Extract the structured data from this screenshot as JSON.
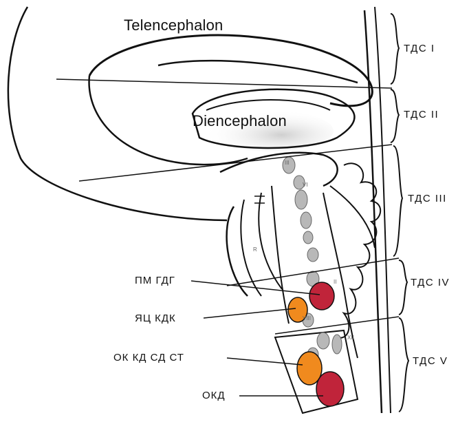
{
  "regions": {
    "telencephalon": "Telencephalon",
    "diencephalon": "Diencephalon"
  },
  "segments": [
    "ТДС I",
    "ТДС II",
    "ТДС III",
    "ТДС IV",
    "ТДС V"
  ],
  "structures": {
    "pm_gdg": "ПМ ГДГ",
    "yac_kdk": "ЯЦ КДК",
    "ok_kd_sd_st": "ОК КД СД СТ",
    "okd": "ОКД"
  },
  "small_labels": {
    "iii": "III",
    "vi": "VI",
    "r": "R",
    "ii": "II",
    "viii": "VIII",
    "xii": "XII"
  },
  "colors": {
    "outline": "#111111",
    "nucleus_gray": "#b8b8b8",
    "crimson": "#c0243a",
    "orange": "#f08a1e",
    "diencephalon_shade": "#d9d9d9"
  }
}
